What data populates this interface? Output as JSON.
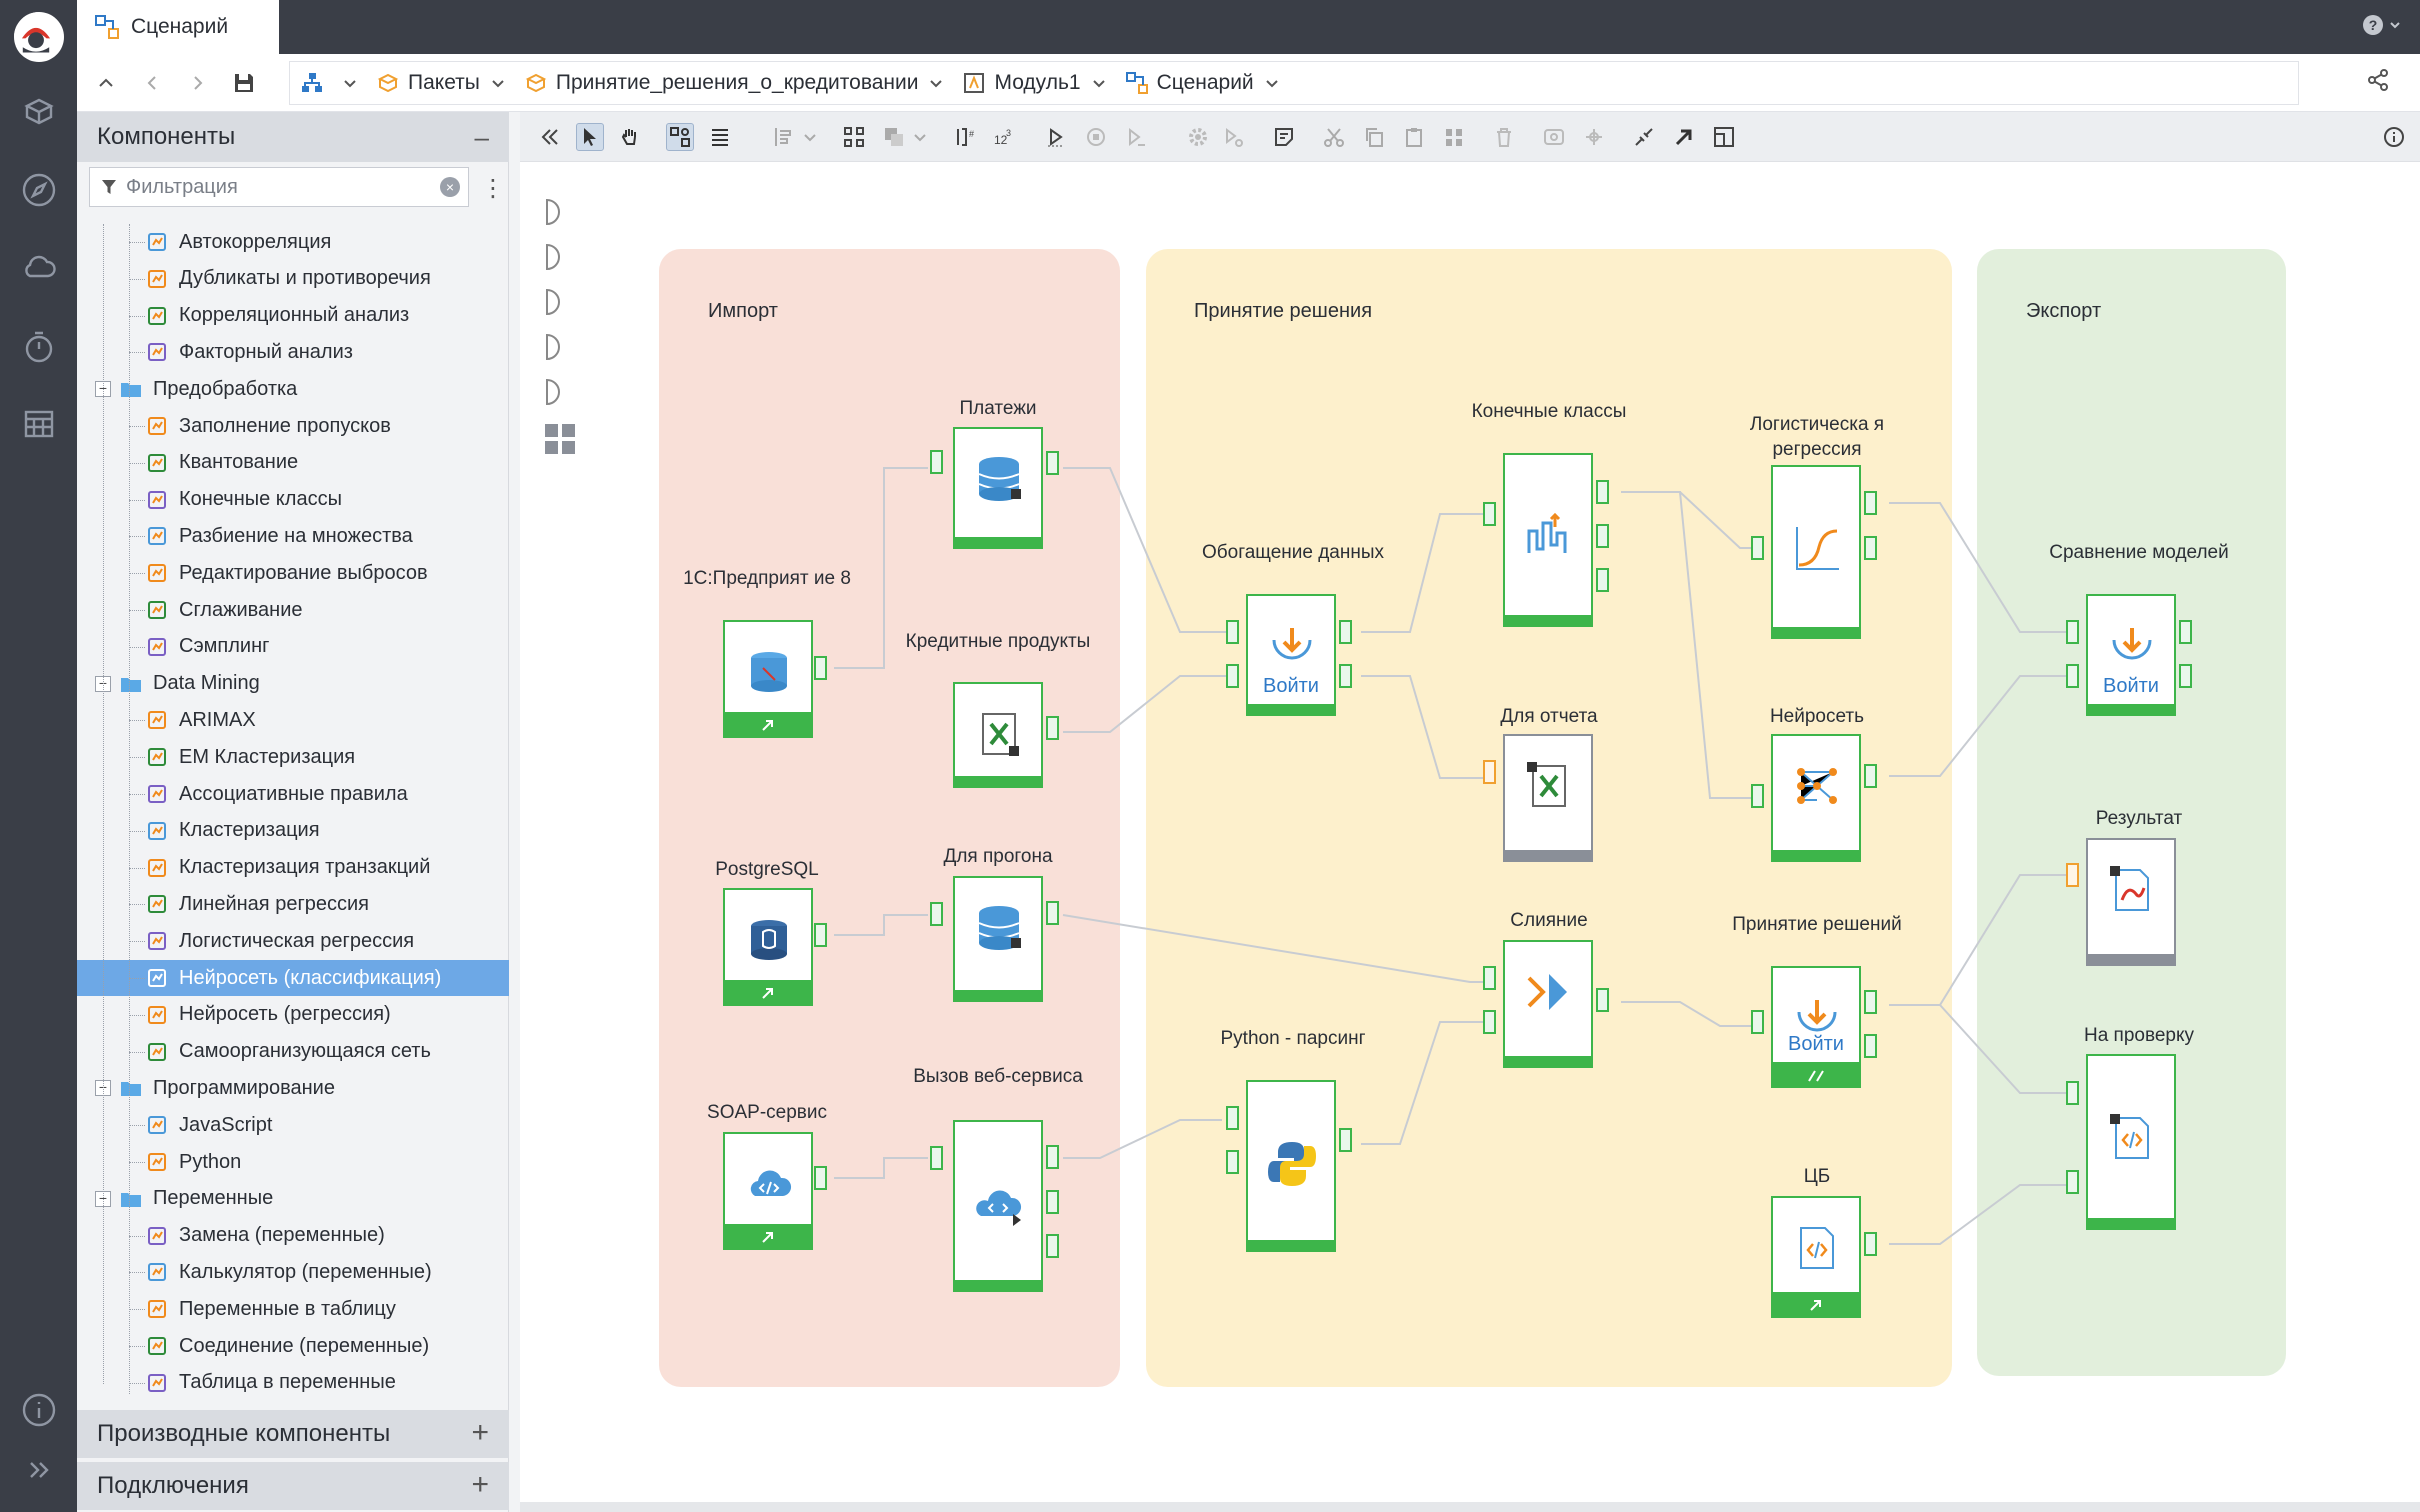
{
  "app": {
    "tab_title": "Сценарий"
  },
  "breadcrumb": [
    {
      "label": "Пакеты"
    },
    {
      "label": "Принятие_решения_о_кредитовании"
    },
    {
      "label": "Модуль1"
    },
    {
      "label": "Сценарий"
    }
  ],
  "components_panel": {
    "title": "Компоненты",
    "filter_placeholder": "Фильтрация",
    "tree": [
      {
        "label": "Автокорреляция",
        "level": 2
      },
      {
        "label": "Дубликаты и противоречия",
        "level": 2
      },
      {
        "label": "Корреляционный анализ",
        "level": 2
      },
      {
        "label": "Факторный анализ",
        "level": 2
      },
      {
        "label": "Предобработка",
        "level": 1,
        "folder": true
      },
      {
        "label": "Заполнение пропусков",
        "level": 2
      },
      {
        "label": "Квантование",
        "level": 2
      },
      {
        "label": "Конечные классы",
        "level": 2
      },
      {
        "label": "Разбиение на множества",
        "level": 2
      },
      {
        "label": "Редактирование выбросов",
        "level": 2
      },
      {
        "label": "Сглаживание",
        "level": 2
      },
      {
        "label": "Сэмплинг",
        "level": 2
      },
      {
        "label": "Data Mining",
        "level": 1,
        "folder": true
      },
      {
        "label": "ARIMAX",
        "level": 2
      },
      {
        "label": "EM Кластеризация",
        "level": 2
      },
      {
        "label": "Ассоциативные правила",
        "level": 2
      },
      {
        "label": "Кластеризация",
        "level": 2
      },
      {
        "label": "Кластеризация транзакций",
        "level": 2
      },
      {
        "label": "Линейная регрессия",
        "level": 2
      },
      {
        "label": "Логистическая регрессия",
        "level": 2
      },
      {
        "label": "Нейросеть (классификация)",
        "level": 2,
        "selected": true
      },
      {
        "label": "Нейросеть (регрессия)",
        "level": 2
      },
      {
        "label": "Самоорганизующаяся сеть",
        "level": 2
      },
      {
        "label": "Программирование",
        "level": 1,
        "folder": true
      },
      {
        "label": "JavaScript",
        "level": 2
      },
      {
        "label": "Python",
        "level": 2
      },
      {
        "label": "Переменные",
        "level": 1,
        "folder": true
      },
      {
        "label": "Замена (переменные)",
        "level": 2
      },
      {
        "label": "Калькулятор (переменные)",
        "level": 2
      },
      {
        "label": "Переменные в таблицу",
        "level": 2
      },
      {
        "label": "Соединение (переменные)",
        "level": 2
      },
      {
        "label": "Таблица в переменные",
        "level": 2
      }
    ]
  },
  "accordions": {
    "derived": "Производные компоненты",
    "connections": "Подключения"
  },
  "regions": {
    "import": "Импорт",
    "decision": "Принятие решения",
    "export": "Экспорт"
  },
  "nodes": {
    "n1c": "1С:Предприят ие 8",
    "postgres": "PostgreSQL",
    "soap": "SOAP-сервис",
    "payments": "Платежи",
    "credit": "Кредитные продукты",
    "forrun": "Для прогона",
    "websvc": "Вызов веб-сервиса",
    "enrich": "Обогащение данных",
    "enrich_login": "Войти",
    "classes": "Конечные классы",
    "report": "Для отчета",
    "merge": "Слияние",
    "python": "Python - парсинг",
    "logreg": "Логистическа я регрессия",
    "neural": "Нейросеть",
    "decisions": "Принятие решений",
    "decisions_login": "Войти",
    "cb": "ЦБ",
    "compare": "Сравнение моделей",
    "compare_login": "Войти",
    "result": "Результат",
    "check": "На проверку"
  },
  "colors": {
    "accent_green": "#3db54a",
    "import_bg": "#f9e0d8",
    "decision_bg": "#fdf0cc",
    "export_bg": "#e2efdc",
    "selection": "#6da8e6"
  }
}
